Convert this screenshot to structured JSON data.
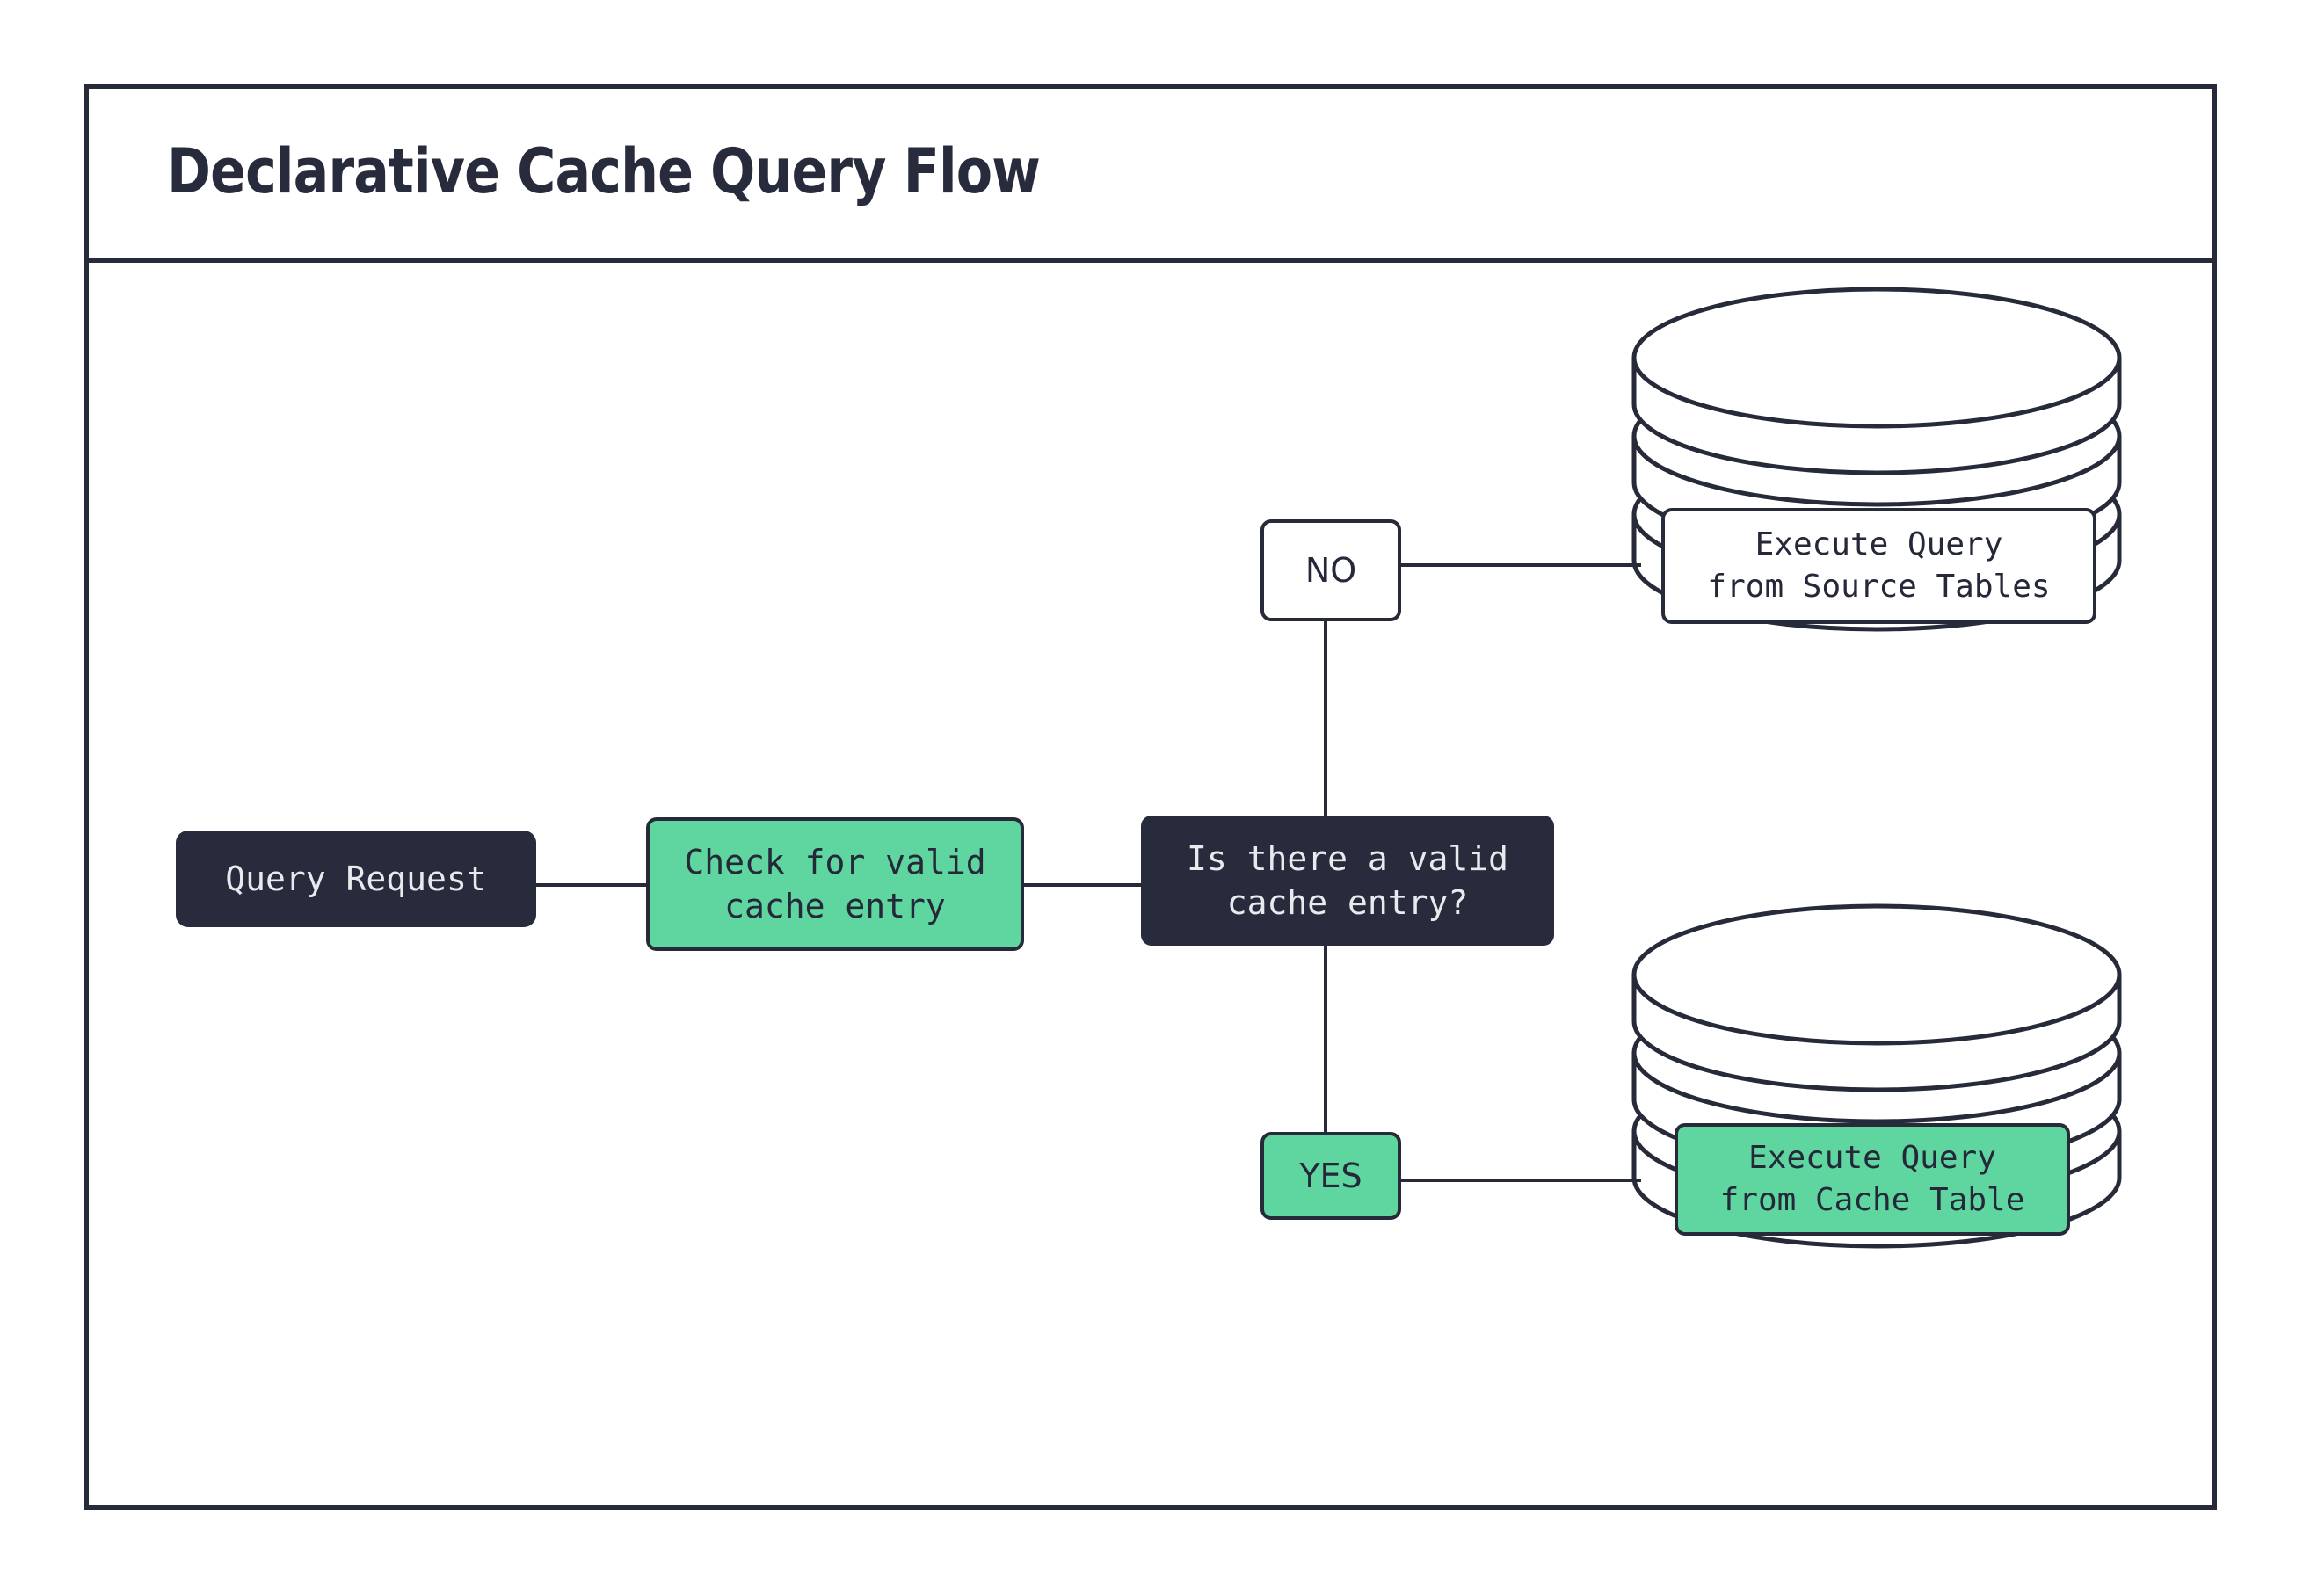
{
  "diagram": {
    "title": "Declarative Cache Query Flow",
    "type": "flowchart",
    "theme": {
      "background": "#ffffff",
      "stroke": "#262a39",
      "dark_fill": "#272b3c",
      "dark_text": "#e9eaee",
      "accent_green": "#5fd6a0",
      "green_text": "#242838",
      "white_fill": "#ffffff"
    },
    "nodes": [
      {
        "id": "query-request",
        "label": "Query Request",
        "shape": "rounded-rect",
        "style": "dark"
      },
      {
        "id": "check-cache",
        "label": "Check for valid\ncache entry",
        "shape": "rounded-rect",
        "style": "green"
      },
      {
        "id": "decision",
        "label": "Is there a valid\ncache entry?",
        "shape": "rounded-rect",
        "style": "dark"
      },
      {
        "id": "label-no",
        "label": "NO",
        "shape": "rounded-rect",
        "style": "white"
      },
      {
        "id": "label-yes",
        "label": "YES",
        "shape": "rounded-rect",
        "style": "green"
      },
      {
        "id": "exec-source",
        "label": "Execute Query\nfrom Source Tables",
        "shape": "rounded-rect",
        "style": "white"
      },
      {
        "id": "exec-cache",
        "label": "Execute Query\nfrom Cache Table",
        "shape": "rounded-rect",
        "style": "green"
      }
    ],
    "databases": [
      {
        "id": "source-tables-db",
        "name": "source-tables-database",
        "discs": 3
      },
      {
        "id": "cache-table-db",
        "name": "cache-table-database",
        "discs": 3
      }
    ],
    "edges": [
      {
        "from": "query-request",
        "to": "check-cache",
        "label": ""
      },
      {
        "from": "check-cache",
        "to": "decision",
        "label": ""
      },
      {
        "from": "decision",
        "to": "label-no",
        "label": "NO"
      },
      {
        "from": "decision",
        "to": "label-yes",
        "label": "YES"
      },
      {
        "from": "label-no",
        "to": "exec-source",
        "label": ""
      },
      {
        "from": "label-yes",
        "to": "exec-cache",
        "label": ""
      }
    ]
  }
}
